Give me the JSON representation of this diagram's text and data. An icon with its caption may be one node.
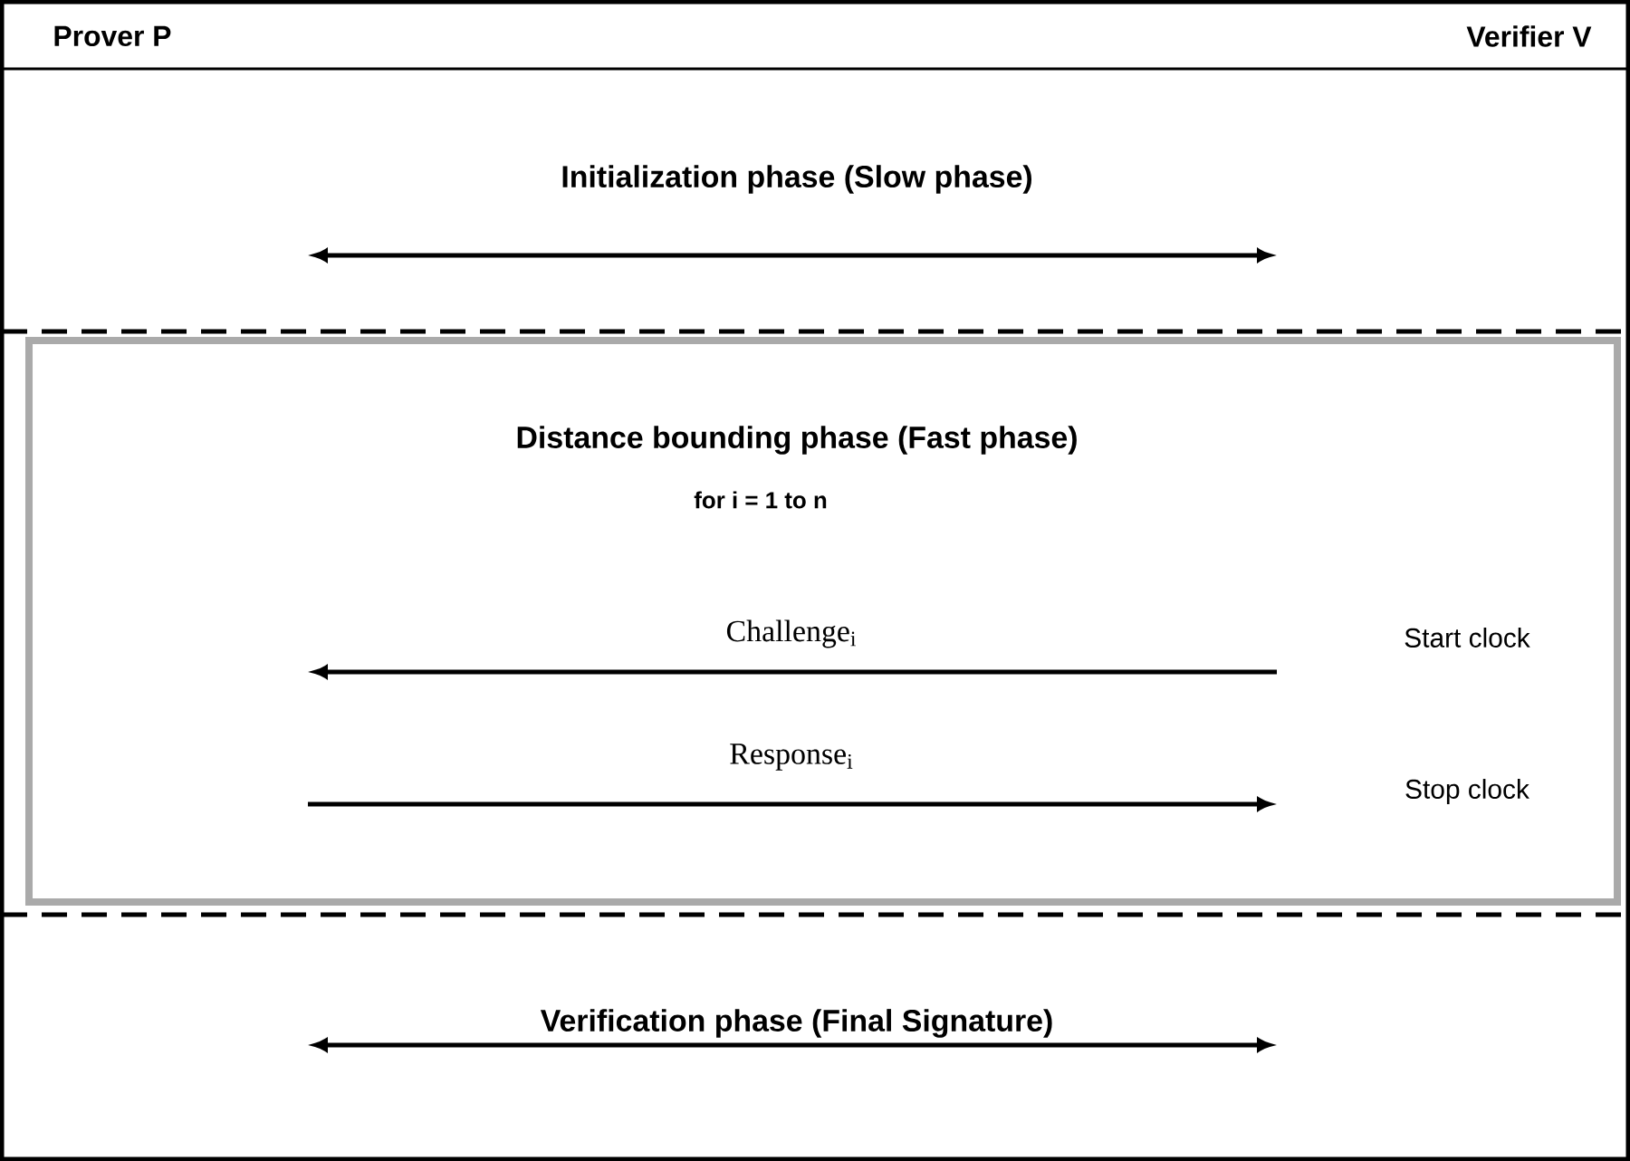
{
  "diagram": {
    "nodes": [
      {
        "text": [
          "Prover P"
        ]
      },
      {
        "text": [
          "Verifier V"
        ]
      },
      {
        "text": [
          "Initialization phase (Slow phase)"
        ]
      },
      {
        "text": [
          "Distance bounding phase (Fast phase)",
          "for i = 1 to n"
        ]
      },
      {
        "text": [
          "Verification phase (Final Signature)"
        ]
      }
    ],
    "labels": [
      "Challenge$_{i}$",
      "Start clock",
      "Response$_{i}$",
      "Stop clock"
    ]
  }
}
